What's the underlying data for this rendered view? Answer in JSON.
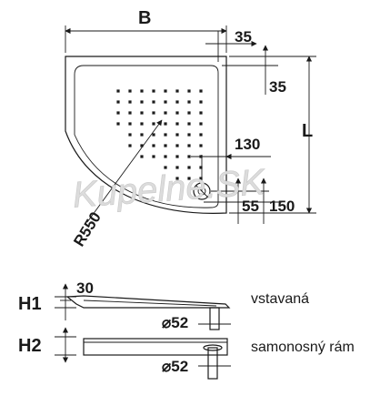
{
  "plan_view": {
    "width_label": "B",
    "length_label": "L",
    "edge_top_dim": "35",
    "edge_right_dim": "35",
    "drain_x_dim": "130",
    "drain_small_dim": "55",
    "drain_y_dim": "150",
    "radius_label": "R550",
    "watermark": "Kupelne.SK"
  },
  "section_built_in": {
    "height_label": "H1",
    "rim_dim": "30",
    "waste_dim": "⌀52",
    "caption": "vstavaná"
  },
  "section_freestanding": {
    "height_label": "H2",
    "waste_dim": "⌀52",
    "caption": "samonosný rám"
  },
  "colors": {
    "line": "#1a1a1a",
    "tray_fill": "#ffffff",
    "watermark": "#dcdcdc"
  }
}
